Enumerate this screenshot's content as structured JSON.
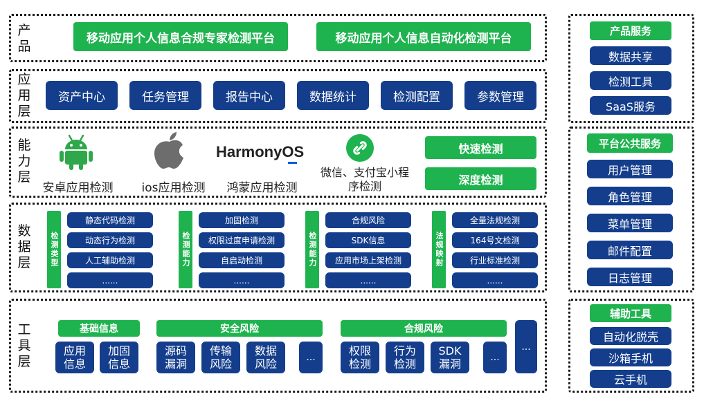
{
  "rows": {
    "product": "产品",
    "application": "应用层",
    "capability": "能力层",
    "data": "数据层",
    "tools": "工具层"
  },
  "product": {
    "expert": "移动应用个人信息合规专家检测平台",
    "auto": "移动应用个人信息自动化检测平台"
  },
  "application": [
    "资产中心",
    "任务管理",
    "报告中心",
    "数据统计",
    "检测配置",
    "参数管理"
  ],
  "capability": {
    "platforms": [
      {
        "label": "安卓应用检测",
        "icon": "android-icon"
      },
      {
        "label": "ios应用检测",
        "icon": "apple-icon"
      },
      {
        "label": "鸿蒙应用检测",
        "icon": "harmonyos-logo",
        "logo_text": "HarmonyOS"
      },
      {
        "label": "微信、支付宝小程序检测",
        "icon": "miniprogram-icon"
      }
    ],
    "quick": "快速检测",
    "deep": "深度检测"
  },
  "data_layer": {
    "groups": [
      {
        "tag": "检测类型",
        "items": [
          "静态代码检测",
          "动态行为检测",
          "人工辅助检测",
          "......"
        ]
      },
      {
        "tag": "检测能力",
        "items": [
          "加固检测",
          "权限过度申请检测",
          "自启动检测",
          "......"
        ]
      },
      {
        "tag": "检测能力",
        "items": [
          "合规风险",
          "SDK信息",
          "应用市场上架检测",
          "......"
        ]
      },
      {
        "tag": "法规映射",
        "items": [
          "全量法规检测",
          "164号文检测",
          "行业标准检测",
          "......"
        ]
      }
    ]
  },
  "tools_layer": {
    "basic": {
      "title": "基础信息",
      "items": [
        "应用信息",
        "加固信息"
      ]
    },
    "security": {
      "title": "安全风险",
      "items": [
        "源码漏洞",
        "传输风险",
        "数据风险",
        "..."
      ]
    },
    "compliance": {
      "title": "合规风险",
      "items": [
        "权限检测",
        "行为检测",
        "SDK漏洞",
        "..."
      ]
    },
    "more": "..."
  },
  "sidebar": {
    "product_services": {
      "title": "产品服务",
      "items": [
        "数据共享",
        "检测工具",
        "SaaS服务"
      ]
    },
    "platform_services": {
      "title": "平台公共服务",
      "items": [
        "用户管理",
        "角色管理",
        "菜单管理",
        "邮件配置",
        "日志管理"
      ]
    },
    "aux_tools": {
      "title": "辅助工具",
      "items": [
        "自动化脱壳",
        "沙箱手机",
        "云手机"
      ]
    }
  },
  "colors": {
    "green": "#1fb34f",
    "blue": "#143e8c",
    "harmony_accent": "#0a5ad6",
    "android": "#2ea84a",
    "apple": "#6d6d6d"
  }
}
